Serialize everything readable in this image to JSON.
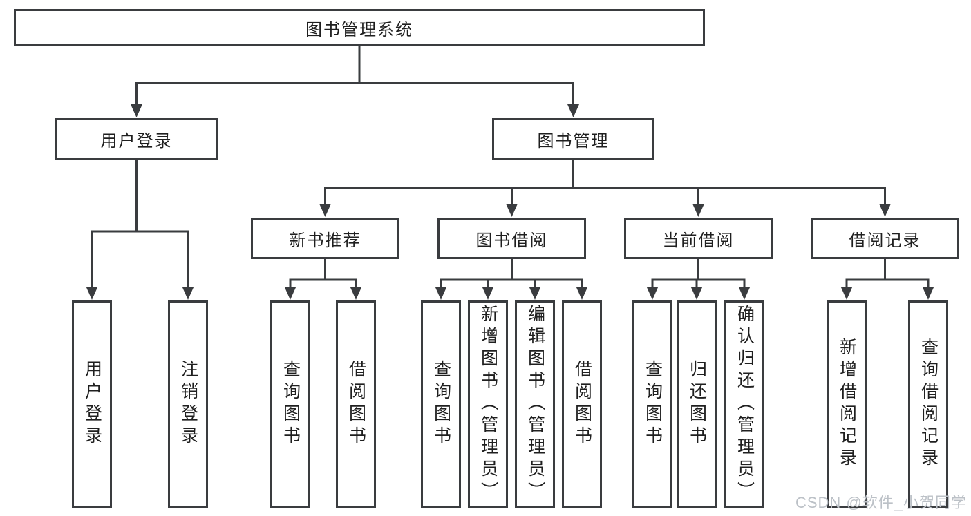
{
  "tree": {
    "label": "图书管理系统",
    "children": [
      {
        "label": "用户登录",
        "children": [
          {
            "label": "用户登录"
          },
          {
            "label": "注销登录"
          }
        ]
      },
      {
        "label": "图书管理",
        "children": [
          {
            "label": "新书推荐",
            "children": [
              {
                "label": "查询图书"
              },
              {
                "label": "借阅图书"
              }
            ]
          },
          {
            "label": "图书借阅",
            "children": [
              {
                "label": "查询图书"
              },
              {
                "label": "新增图书（管理员）"
              },
              {
                "label": "编辑图书（管理员）"
              },
              {
                "label": "借阅图书"
              }
            ]
          },
          {
            "label": "当前借阅",
            "children": [
              {
                "label": "查询图书"
              },
              {
                "label": "归还图书"
              },
              {
                "label": "确认归还（管理员）"
              }
            ]
          },
          {
            "label": "借阅记录",
            "children": [
              {
                "label": "新增借阅记录"
              },
              {
                "label": "查询借阅记录"
              }
            ]
          }
        ]
      }
    ]
  },
  "watermark": {
    "text": "CSDN @软件_小贺同学"
  },
  "colors": {
    "line": "#3a3c3f",
    "box_border": "#3a3c3f",
    "text": "#1f1f1f",
    "watermark": "#bcc1c7",
    "background": "#ffffff"
  }
}
